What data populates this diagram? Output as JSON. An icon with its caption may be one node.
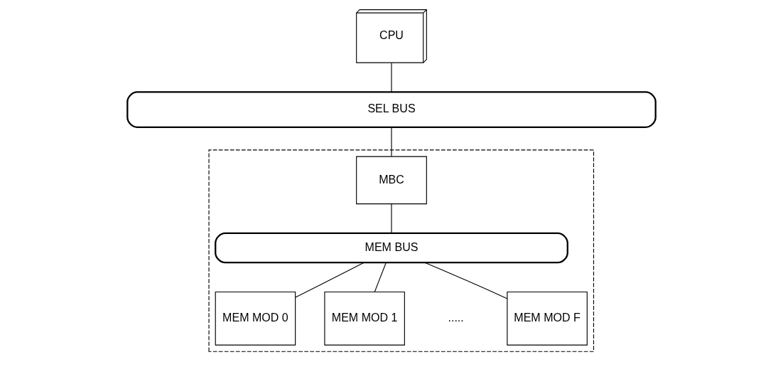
{
  "diagram": {
    "nodes": [
      {
        "text": [
          "CPU"
        ]
      },
      {
        "text": [
          "SEL BUS"
        ]
      },
      {
        "text": [],
        "shape": "box"
      },
      {
        "text": [
          "MBC"
        ],
        "in": 2
      },
      {
        "text": [
          "MEM BUS"
        ],
        "in": 2
      },
      {
        "text": [
          "MEM MOD 0"
        ],
        "in": 2
      },
      {
        "text": [
          "MEM MOD 1"
        ],
        "in": 2
      },
      {
        "text": [
          "MEM MOD F"
        ],
        "in": 2
      }
    ],
    "edges": [
      {
        "from": 0,
        "to": 1,
        "arrow": "none"
      },
      {
        "from": 1,
        "to": 3,
        "arrow": "none"
      },
      {
        "from": 3,
        "to": 4,
        "arrow": "none"
      },
      {
        "from": 4,
        "to": 5,
        "arrow": "none"
      },
      {
        "from": 4,
        "to": 6,
        "arrow": "none"
      },
      {
        "from": 4,
        "to": 7,
        "arrow": "none"
      }
    ],
    "labels": [
      "....."
    ]
  }
}
